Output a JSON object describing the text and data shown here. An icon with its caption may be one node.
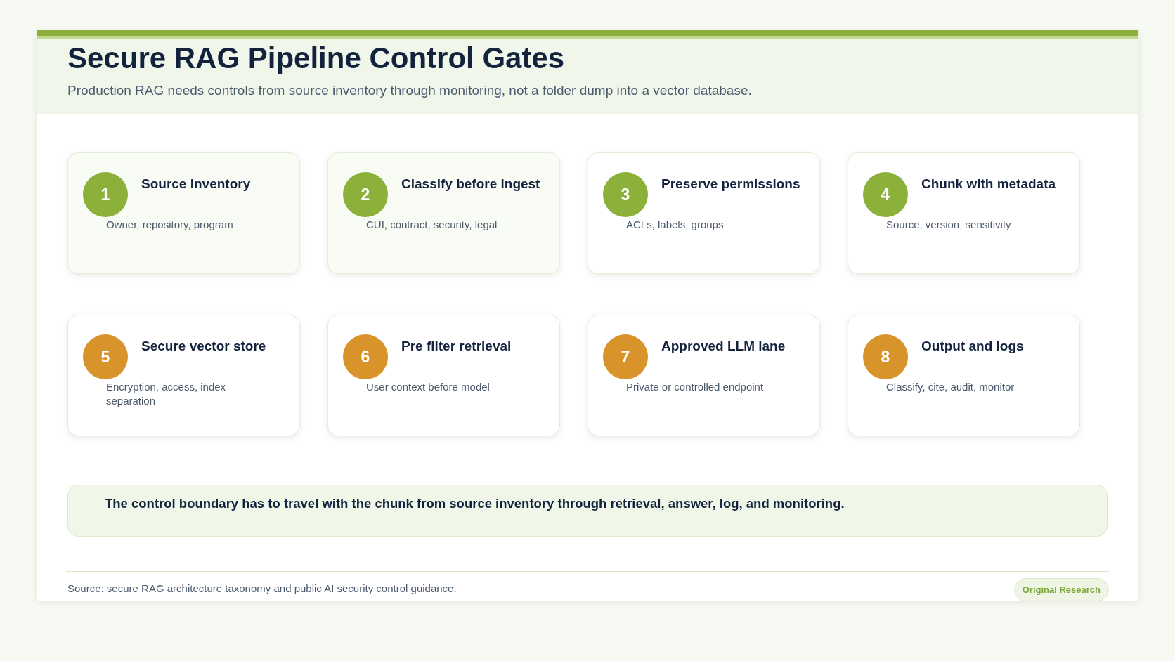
{
  "diagram": {
    "title": "Secure RAG Pipeline Control Gates",
    "nodes": [
      {
        "text": [
          "Source inventory",
          "Owner, repository, program"
        ]
      },
      {
        "text": [
          "1"
        ],
        "in": 0
      },
      {
        "text": [
          "Classify before ingest",
          "CUI, contract, security, legal"
        ]
      },
      {
        "text": [
          "2"
        ],
        "in": 2
      },
      {
        "text": [
          "Preserve permissions",
          "ACLs, labels, groups"
        ]
      },
      {
        "text": [
          "3"
        ],
        "in": 4
      },
      {
        "text": [
          "Chunk with metadata",
          "Source, version, sensitivity"
        ]
      },
      {
        "text": [
          "4"
        ],
        "in": 6
      },
      {
        "text": [
          "Secure vector store",
          "Encryption, access, index separation"
        ]
      },
      {
        "text": [
          "5"
        ],
        "in": 8
      },
      {
        "text": [
          "Pre filter retrieval",
          "User context before model"
        ]
      },
      {
        "text": [
          "6"
        ],
        "in": 10
      },
      {
        "text": [
          "Approved LLM lane",
          "Private or controlled endpoint"
        ]
      },
      {
        "text": [
          "7"
        ],
        "in": 12
      },
      {
        "text": [
          "Output and logs",
          "Classify, cite, audit, monitor"
        ]
      },
      {
        "text": [
          "8"
        ],
        "in": 14
      },
      {
        "text": [
          "The control boundary has to travel with the chunk from source inventory through retrieval, answer, log, and monitoring."
        ]
      }
    ],
    "labels": [
      "Production RAG needs controls from source inventory through monitoring, not a folder dump into a vector database.",
      "Source: secure RAG architecture taxonomy and public AI security control guidance.",
      "Original Research"
    ]
  }
}
